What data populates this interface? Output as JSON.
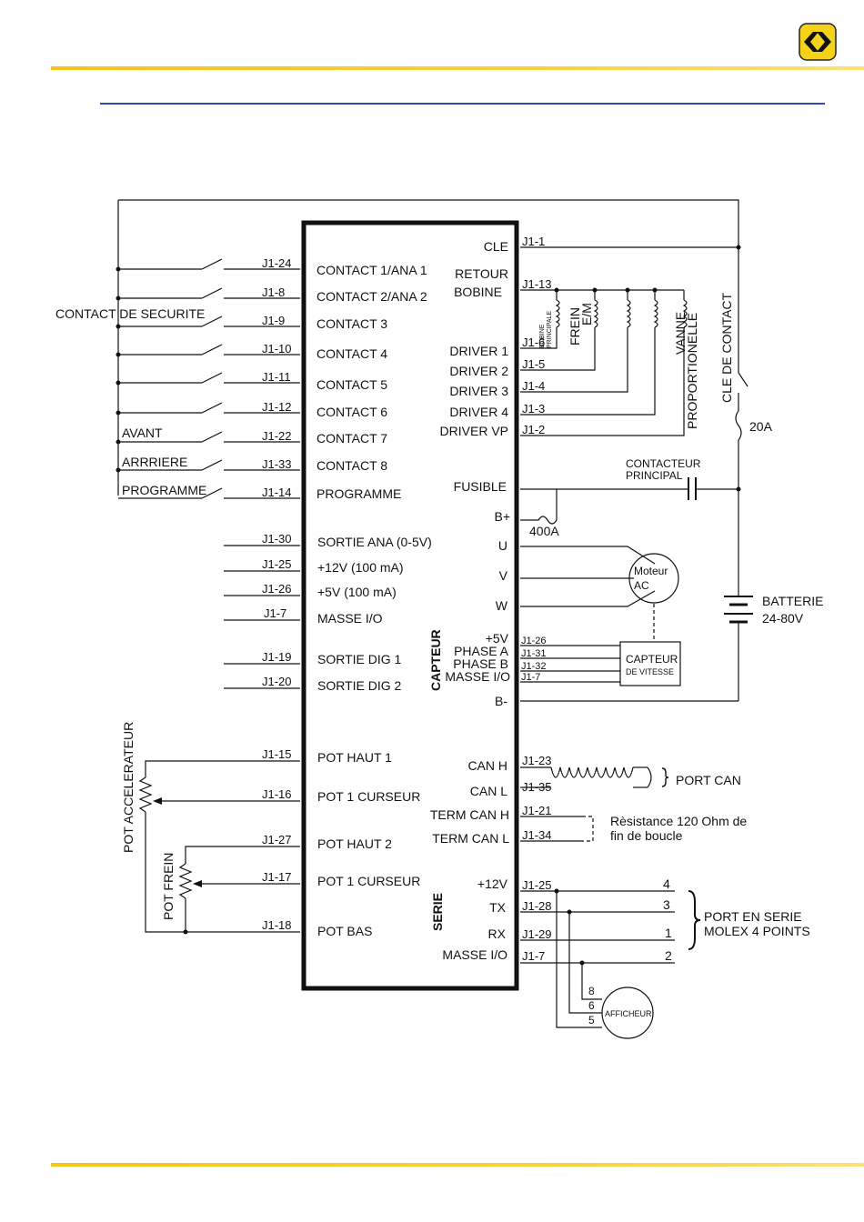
{
  "header": {
    "logo": "chevron-logo-icon"
  },
  "controller": {
    "left_pins": [
      {
        "pin": "J1-24",
        "label": "CONTACT 1/ANA 1"
      },
      {
        "pin": "J1-8",
        "label": "CONTACT 2/ANA 2"
      },
      {
        "pin": "J1-9",
        "label": "CONTACT 3"
      },
      {
        "pin": "J1-10",
        "label": "CONTACT 4"
      },
      {
        "pin": "J1-11",
        "label": "CONTACT 5"
      },
      {
        "pin": "J1-12",
        "label": "CONTACT 6"
      },
      {
        "pin": "J1-22",
        "label": "CONTACT 7"
      },
      {
        "pin": "J1-33",
        "label": "CONTACT 8"
      },
      {
        "pin": "J1-14",
        "label": "PROGRAMME"
      },
      {
        "pin": "J1-30",
        "label": "SORTIE ANA (0-5V)"
      },
      {
        "pin": "J1-25",
        "label": "+12V (100 mA)"
      },
      {
        "pin": "J1-26",
        "label": "+5V  (100 mA)"
      },
      {
        "pin": "J1-7",
        "label": "MASSE I/O"
      },
      {
        "pin": "J1-19",
        "label": "SORTIE DIG 1"
      },
      {
        "pin": "J1-20",
        "label": "SORTIE DIG 2"
      },
      {
        "pin": "J1-15",
        "label": "POT HAUT 1"
      },
      {
        "pin": "J1-16",
        "label": "POT 1 CURSEUR"
      },
      {
        "pin": "J1-27",
        "label": "POT HAUT 2"
      },
      {
        "pin": "J1-17",
        "label": "POT 1 CURSEUR"
      },
      {
        "pin": "J1-18",
        "label": "POT BAS"
      }
    ],
    "right_labels": {
      "cle": "CLE",
      "retour": "RETOUR",
      "bobine": "BOBINE",
      "driver1": "DRIVER 1",
      "driver2": "DRIVER 2",
      "driver3": "DRIVER 3",
      "driver4": "DRIVER 4",
      "driver_vp": "DRIVER VP",
      "fusible": "FUSIBLE",
      "bplus": "B+",
      "u": "U",
      "v": "V",
      "w": "W",
      "plus5v": "+5V",
      "phase_a": "PHASE A",
      "phase_b": "PHASE B",
      "masse_io": "MASSE I/O",
      "bminus": "B-",
      "can_h": "CAN H",
      "can_l": "CAN L",
      "term_can_h": "TERM CAN H",
      "term_can_l": "TERM CAN  L",
      "plus12v": "+12V",
      "tx": "TX",
      "rx": "RX",
      "masse_io_2": "MASSE I/O",
      "capteur_vertical": "CAPTEUR",
      "serie_vertical": "SERIE"
    },
    "right_pins": {
      "j1_1": "J1-1",
      "j1_13": "J1-13",
      "j1_6": "J1-6",
      "j1_5": "J1-5",
      "j1_4": "J1-4",
      "j1_3": "J1-3",
      "j1_2": "J1-2",
      "j1_26": "J1-26",
      "j1_31": "J1-31",
      "j1_32": "J1-32",
      "j1_7": "J1-7",
      "j1_23": "J1-23",
      "j1_35": "J1-35",
      "j1_21": "J1-21",
      "j1_34": "J1-34",
      "j1_25": "J1-25",
      "j1_28": "J1-28",
      "j1_29": "J1-29",
      "j1_7b": "J1-7"
    }
  },
  "external": {
    "contact_securite": "CONTACT DE SECURITE",
    "avant": "AVANT",
    "arriere": "ARRRIERE",
    "programme": "PROGRAMME",
    "bobine_principale_1": "BOBINE",
    "bobine_principale_2": "PRINCIPALE",
    "frein": "FREIN",
    "em": "E/M",
    "vanne": "VANNE",
    "proportionelle": "PROPORTIONELLE",
    "cle_de_contact": "CLE DE CONTACT",
    "fuse_20a": "20A",
    "contacteur": "CONTACTEUR",
    "principal": "PRINCIPAL",
    "fuse_400a": "400A",
    "moteur": "Moteur",
    "ac": "AC",
    "batterie": "BATTERIE",
    "batterie_v": "24-80V",
    "capteur": "CAPTEUR",
    "de_vitesse": "DE VITESSE",
    "port_can": "PORT CAN",
    "resistance_1": "Rèsistance 120 Ohm de",
    "resistance_2": "fin de boucle",
    "serial_pin_4": "4",
    "serial_pin_3": "3",
    "serial_pin_1": "1",
    "serial_pin_2": "2",
    "port_serie_1": "PORT EN SERIE",
    "port_serie_2": "MOLEX 4 POINTS",
    "afficheur": "AFFICHEUR",
    "afficheur_pin_8": "8",
    "afficheur_pin_6": "6",
    "afficheur_pin_5": "5",
    "pot_accelerateur": "POT ACCELERATEUR",
    "pot_frein": "POT FREIN"
  }
}
